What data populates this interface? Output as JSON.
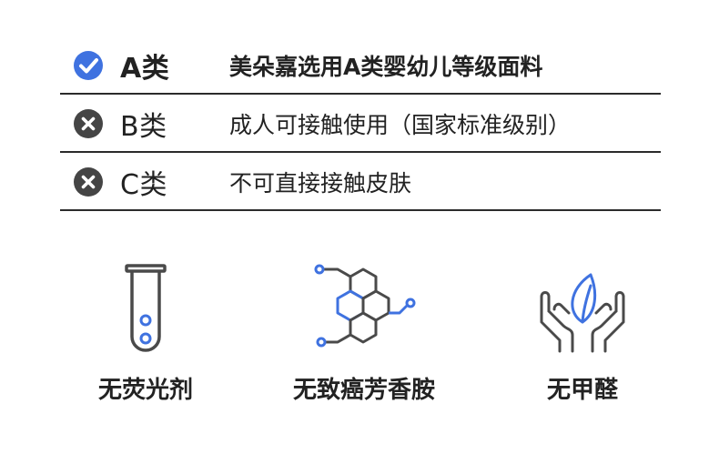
{
  "rows": [
    {
      "status": "check",
      "grade": "A类",
      "description": "美朵嘉选用A类婴幼儿等级面料"
    },
    {
      "status": "cross",
      "grade": "B类",
      "description": "成人可接触使用（国家标准级别）"
    },
    {
      "status": "cross",
      "grade": "C类",
      "description": "不可直接接触皮肤"
    }
  ],
  "features": [
    {
      "icon": "test-tube-icon",
      "label": "无荧光剂"
    },
    {
      "icon": "molecule-icon",
      "label": "无致癌芳香胺"
    },
    {
      "icon": "hands-leaf-icon",
      "label": "无甲醛"
    }
  ],
  "colors": {
    "accent": "#3f72e0",
    "cross": "#454545",
    "line": "#2b2b2b",
    "icon_stroke": "#4a4a4a"
  }
}
